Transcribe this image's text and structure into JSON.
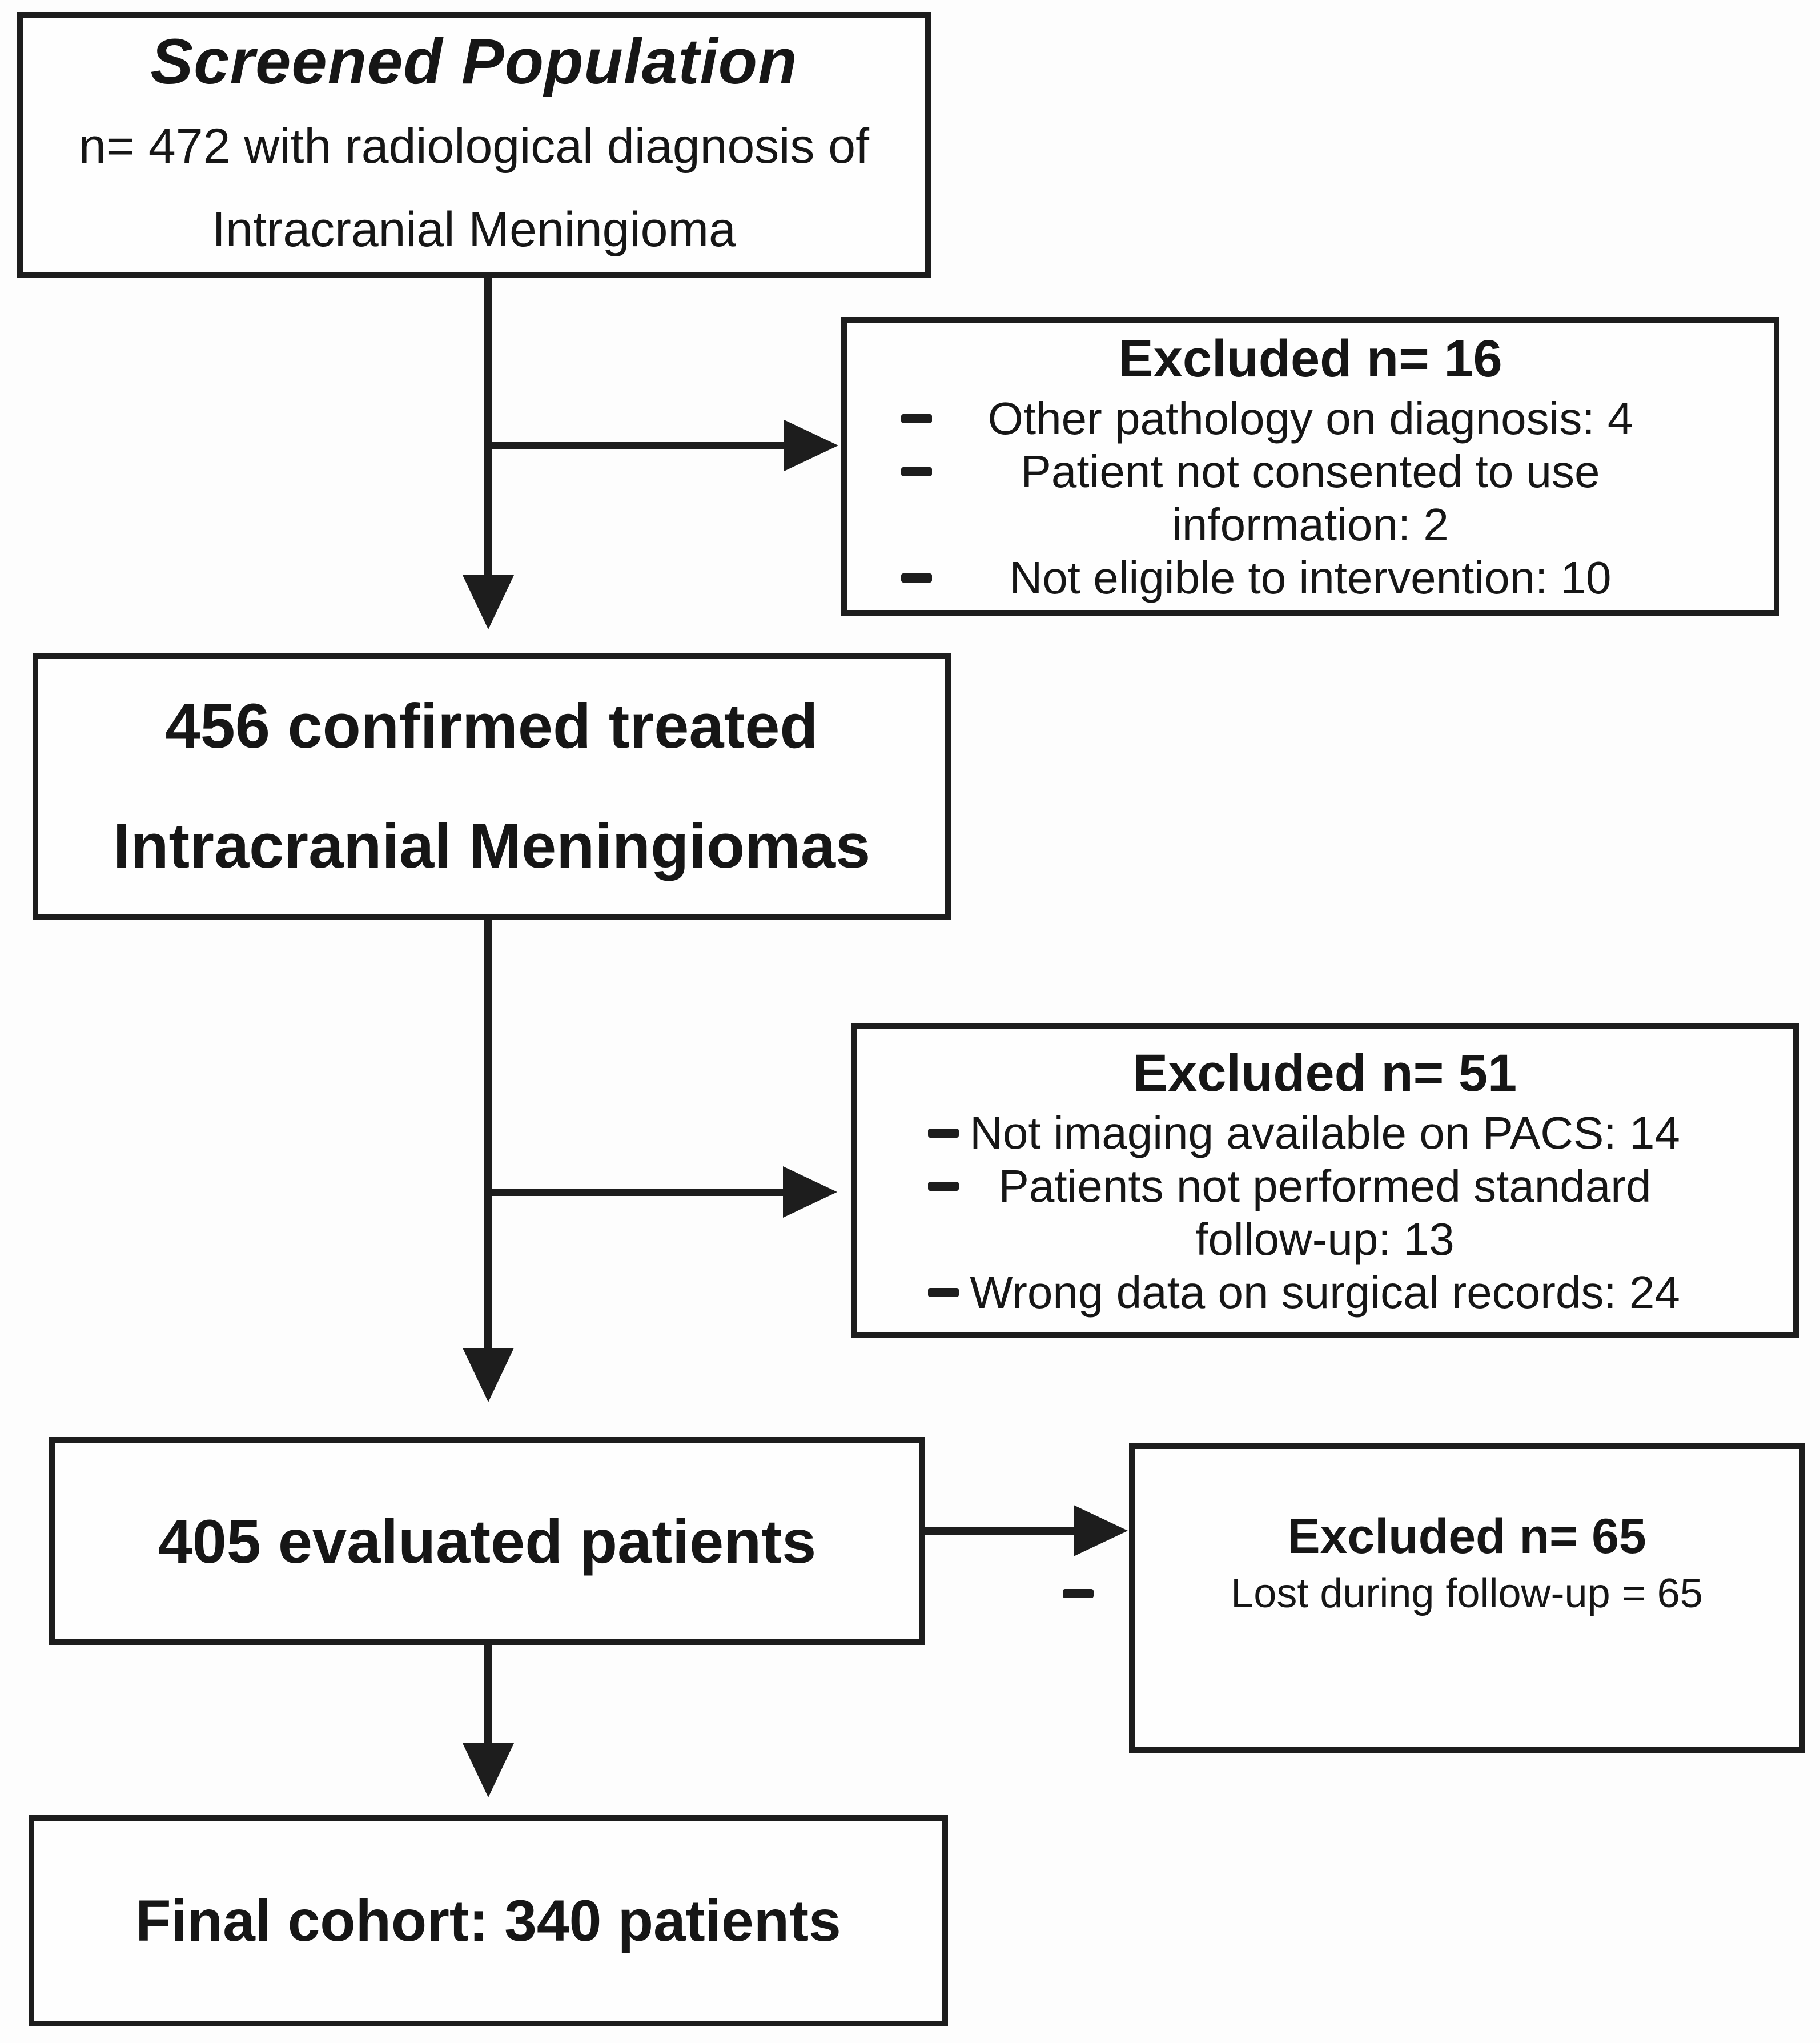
{
  "colors": {
    "border": "#1d1d1d",
    "text": "#161616",
    "background": "#fdfdfd"
  },
  "boxes": {
    "screened": {
      "title": "Screened Population",
      "lines": [
        "n= 472 with radiological diagnosis of",
        "Intracranial Meningioma"
      ]
    },
    "excluded16": {
      "title": "Excluded n= 16",
      "items": [
        {
          "lines": [
            "Other pathology on diagnosis: 4"
          ]
        },
        {
          "lines": [
            "Patient not consented to use",
            "information: 2"
          ]
        },
        {
          "lines": [
            "Not eligible to intervention: 10"
          ]
        }
      ]
    },
    "confirmed": {
      "lines": [
        "456 confirmed treated",
        "Intracranial Meningiomas"
      ]
    },
    "excluded51": {
      "title": "Excluded n= 51",
      "items": [
        {
          "lines": [
            "Not imaging available on PACS: 14"
          ]
        },
        {
          "lines": [
            "Patients not performed standard",
            "follow-up: 13"
          ]
        },
        {
          "lines": [
            "Wrong data on surgical records: 24"
          ]
        }
      ]
    },
    "evaluated": {
      "label": "405 evaluated patients"
    },
    "excluded65": {
      "title": "Excluded n= 65",
      "items": [
        {
          "lines": [
            "Lost during follow-up = 65"
          ]
        }
      ]
    },
    "final": {
      "label": "Final cohort: 340 patients"
    }
  }
}
